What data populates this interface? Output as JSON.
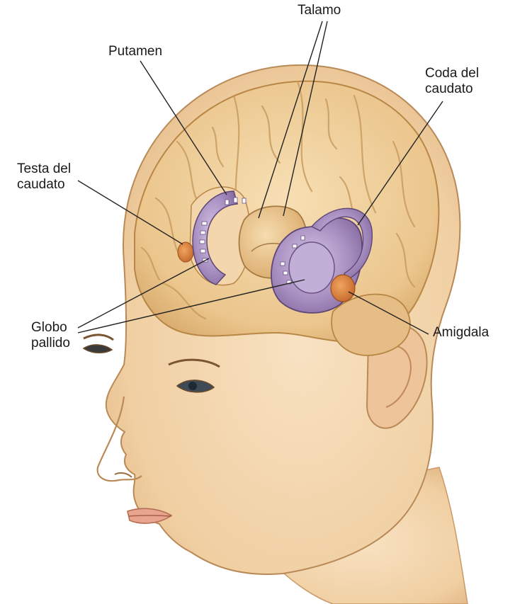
{
  "labels": {
    "talamo": "Talamo",
    "putamen": "Putamen",
    "coda_line1": "Coda del",
    "coda_line2": "caudato",
    "testa_line1": "Testa del",
    "testa_line2": "caudato",
    "globo_line1": "Globo",
    "globo_line2": "pallido",
    "amigdala": "Amigdala"
  },
  "colors": {
    "skin": "#f2d2a8",
    "brain": "#eccb95",
    "basal_ganglia": "#a68dbf",
    "amygdala": "#d9803f",
    "leader_lines": "#222222"
  }
}
